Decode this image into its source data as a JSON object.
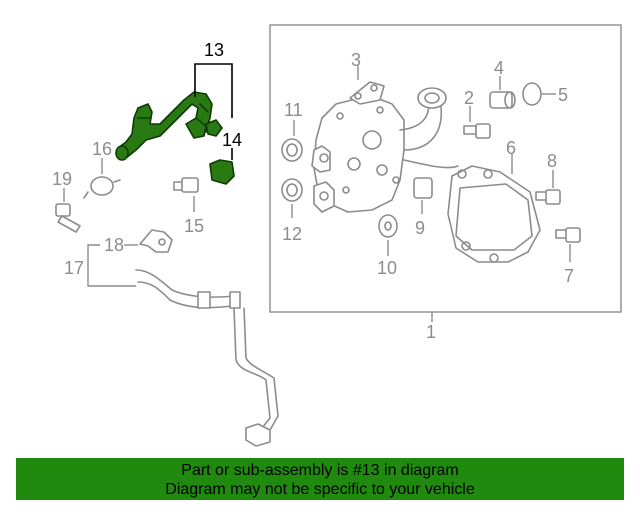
{
  "callouts": {
    "c1": "1",
    "c2": "2",
    "c3": "3",
    "c4": "4",
    "c5": "5",
    "c6": "6",
    "c7": "7",
    "c8": "8",
    "c9": "9",
    "c10": "10",
    "c11": "11",
    "c12": "12",
    "c13": "13",
    "c14": "14",
    "c15": "15",
    "c16": "16",
    "c17": "17",
    "c18": "18",
    "c19": "19"
  },
  "highlighted_part": "13",
  "colors": {
    "highlight": "#2a7a13",
    "banner": "#1f8a0e",
    "line_art": "#8c8c8c"
  },
  "banner": {
    "line1": "Part or sub-assembly is #13 in diagram",
    "line2": "Diagram may not be specific to your vehicle"
  }
}
